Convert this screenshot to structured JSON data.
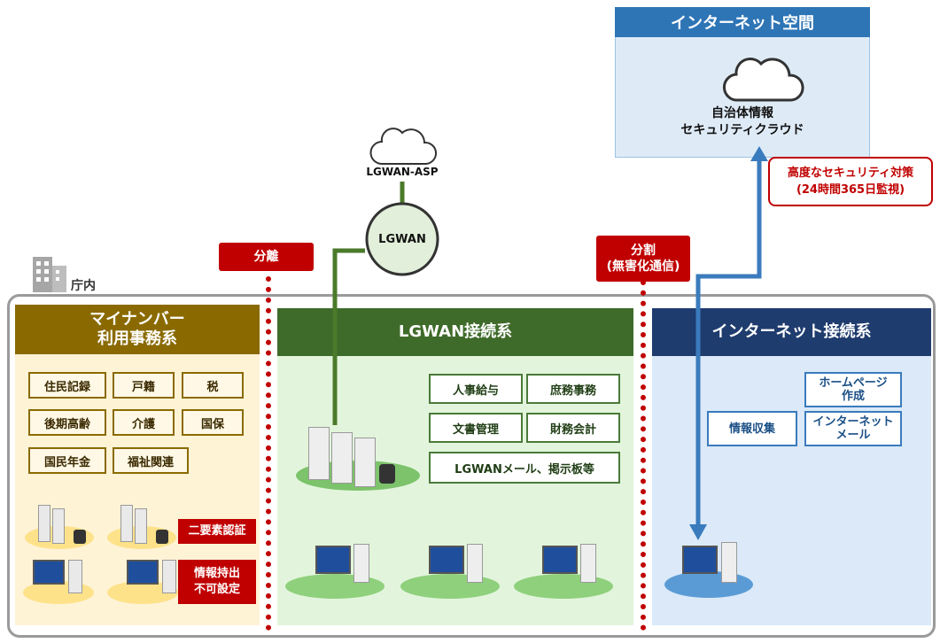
{
  "colors": {
    "red": "#c00000",
    "mynumber_header": "#8a6a00",
    "mynumber_bg": "#fff3d6",
    "lgwan_header": "#3f6b2a",
    "lgwan_bg": "#e2f5dc",
    "internet_header": "#1f3c6e",
    "internet_bg": "#dbe9f8",
    "cloud_panel_header": "#2e75b6",
    "arrow_blue": "#3a7bbd"
  },
  "internet_space": {
    "header": "インターネット空間",
    "cloud_line1": "自治体情報",
    "cloud_line2": "セキュリティクラウド"
  },
  "security_note": {
    "line1": "高度なセキュリティ対策",
    "line2": "(24時間365日監視)"
  },
  "lgwan_asp": {
    "label": "LGWAN-ASP"
  },
  "lgwan_hub": {
    "label": "LGWAN"
  },
  "separation": {
    "label": "分離"
  },
  "division": {
    "line1": "分割",
    "line2": "(無害化通信)"
  },
  "office": {
    "label": "庁内"
  },
  "mynumber": {
    "header_line1": "マイナンバー",
    "header_line2": "利用事務系",
    "items": [
      "住民記録",
      "戸籍",
      "税",
      "後期高齢",
      "介護",
      "国保",
      "国民年金",
      "福祉関連"
    ],
    "tag_auth": "二要素認証",
    "tag_export_line1": "情報持出",
    "tag_export_line2": "不可設定"
  },
  "lgwan_system": {
    "header": "LGWAN接続系",
    "items": [
      "人事給与",
      "庶務事務",
      "文書管理",
      "財務会計",
      "LGWANメール、掲示板等"
    ]
  },
  "internet_system": {
    "header": "インターネット接続系",
    "homepage_line1": "ホームページ",
    "homepage_line2": "作成",
    "info": "情報収集",
    "mail_line1": "インターネット",
    "mail_line2": "メール"
  }
}
